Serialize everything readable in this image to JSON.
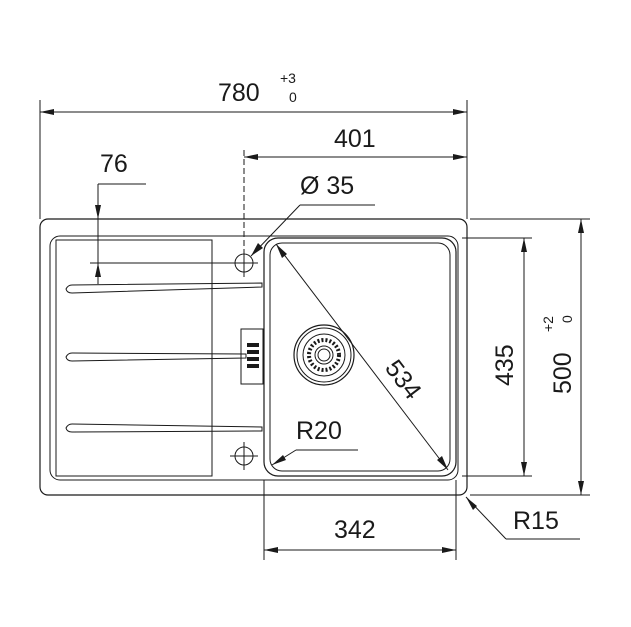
{
  "dimensions": {
    "overall_width": {
      "value": "780",
      "tol_upper": "+3",
      "tol_lower": "0"
    },
    "bowl_width_from_axis": "401",
    "drainer_offset": "76",
    "tap_hole": "Ø 35",
    "bowl_diagonal": "534",
    "bowl_height": "435",
    "overall_depth": {
      "value": "500",
      "tol_upper": "+2",
      "tol_lower": "0"
    },
    "bowl_radius": "R20",
    "bowl_width": "342",
    "corner_radius": "R15"
  }
}
